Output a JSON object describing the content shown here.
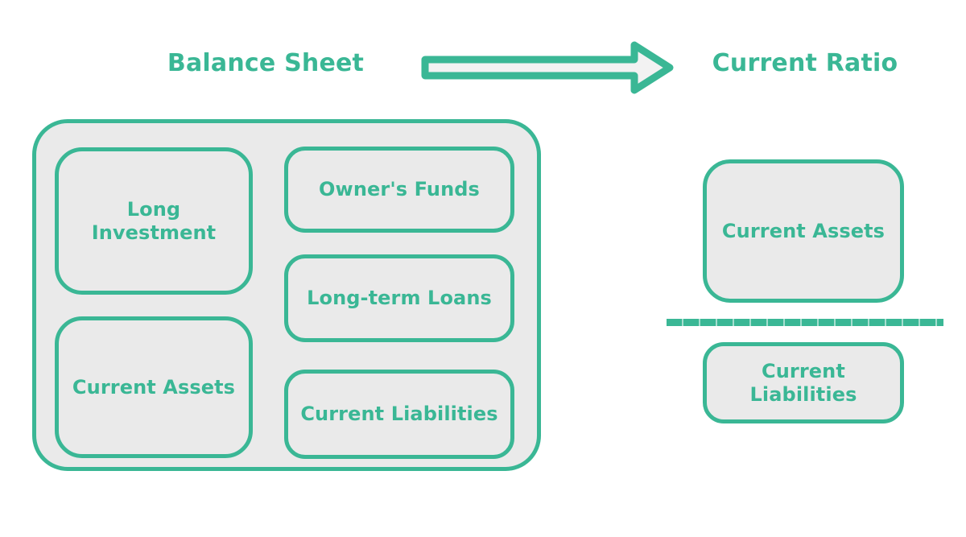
{
  "colors": {
    "accent": "#3ab795",
    "box_fill": "#eaeaea",
    "background": "#ffffff"
  },
  "headings": {
    "left": "Balance Sheet",
    "right": "Current Ratio"
  },
  "arrow": {
    "icon": "right-arrow-icon",
    "direction": "right"
  },
  "balance_sheet": {
    "left_column": [
      {
        "label": "Long\nInvestment",
        "line1": "Long",
        "line2": "Investment"
      },
      {
        "label": "Current Assets"
      }
    ],
    "right_column": [
      {
        "label": "Owner's Funds"
      },
      {
        "label": "Long-term Loans"
      },
      {
        "label": "Current Liabilities"
      }
    ]
  },
  "current_ratio": {
    "numerator": "Current Assets",
    "denominator": "Current Liabilities",
    "divider": "fraction-bar"
  }
}
